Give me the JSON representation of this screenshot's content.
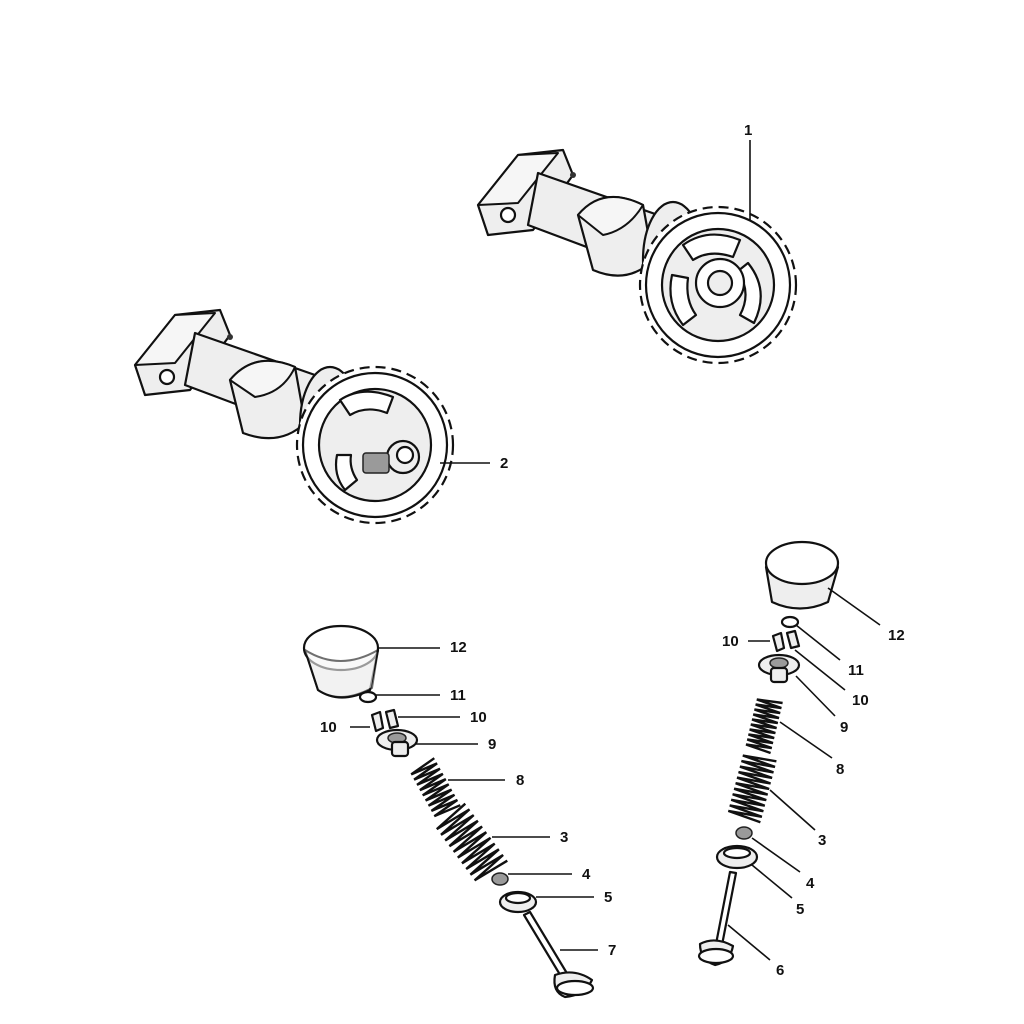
{
  "callouts": {
    "camshaft_upper": "1",
    "camshaft_lower": "2",
    "left_valve": {
      "tappet": "12",
      "shim": "11",
      "keeper_right": "10",
      "keeper_left": "10",
      "retainer": "9",
      "inner_spring": "8",
      "outer_spring": "3",
      "seal": "4",
      "spring_seat": "5",
      "valve": "7"
    },
    "right_valve": {
      "tappet": "12",
      "keeper_left": "10",
      "shim": "11",
      "keeper_right": "10",
      "retainer": "9",
      "inner_spring": "8",
      "outer_spring": "3",
      "seal": "4",
      "spring_seat": "5",
      "valve": "6"
    }
  }
}
